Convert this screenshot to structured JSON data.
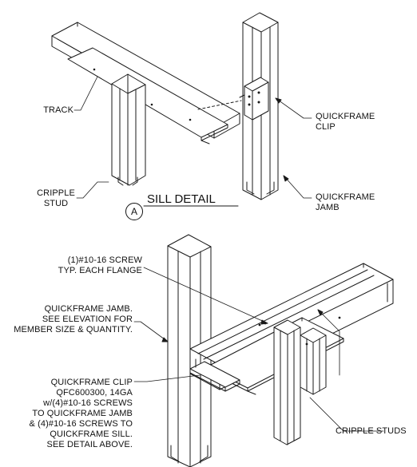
{
  "sill_detail": {
    "marker": "A",
    "title": "SILL DETAIL",
    "labels": {
      "track": "TRACK",
      "cripple_stud_line1": "CRIPPLE",
      "cripple_stud_line2": "STUD",
      "clip_line1": "QUICKFRAME",
      "clip_line2": "CLIP",
      "jamb_line1": "QUICKFRAME",
      "jamb_line2": "JAMB"
    }
  },
  "assembly_detail": {
    "screw_note": [
      "(1)#10-16 SCREW",
      "TYP. EACH FLANGE"
    ],
    "jamb_note": [
      "QUICKFRAME JAMB.",
      "SEE ELEVATION FOR",
      "MEMBER SIZE & QUANTITY."
    ],
    "clip_note": [
      "QUICKFRAME CLIP",
      "QFC600300, 14GA",
      "w/(4)#10-16 SCREWS",
      "TO QUICKFRAME JAMB",
      "& (4)#10-16 SCREWS TO",
      "QUICKFRAME SILL.",
      "SEE DETAIL ABOVE."
    ],
    "cripple_studs": "CRIPPLE STUDS"
  }
}
